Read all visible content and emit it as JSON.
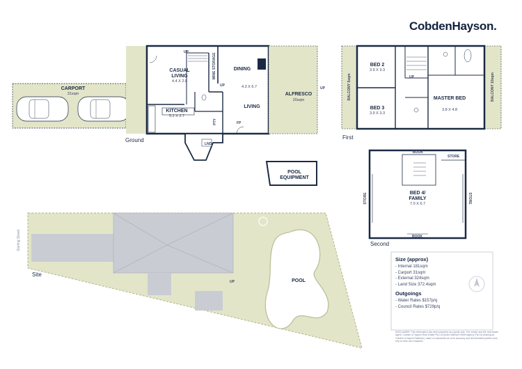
{
  "brand": "CobdenHayson.",
  "floors": {
    "ground": "Ground",
    "first": "First",
    "second": "Second",
    "site": "Site"
  },
  "ground_rooms": {
    "carport": {
      "label": "CARPORT",
      "dim": "31sqm"
    },
    "casual": {
      "label": "CASUAL LIVING",
      "dim": "4.4 X 2.8"
    },
    "wine": "WINE STORAGE",
    "dining": "DINING",
    "living_dim": "4.3 X 6.7",
    "living": "LIVING",
    "alfresco": {
      "label": "ALFRESCO",
      "dim": "20sqm"
    },
    "kitchen": {
      "label": "KITCHEN",
      "dim": "5.2 X 2.7"
    },
    "lnd": "LND",
    "pool_equipment": "POOL EQUIPMENT",
    "pantry": "PTY",
    "fp": "FP",
    "up": "UP"
  },
  "first_rooms": {
    "balcony_left": "BALCONY 5sqm",
    "bed2": {
      "label": "BED 2",
      "dim": "3.9 X 3.3"
    },
    "bed3": {
      "label": "BED 3",
      "dim": "3.9 X 3.3"
    },
    "master": {
      "label": "MASTER BED",
      "dim": "3.8 X 4.8"
    },
    "balcony_right": "BALCONY 10sqm",
    "up": "UP"
  },
  "second_rooms": {
    "bed4": {
      "label": "BED 4/ FAMILY",
      "dim": "7.0 X 6.7"
    },
    "book_top": "BOOK",
    "store_top": "STORE",
    "book_bottom": "BOOK",
    "store_left": "STORE",
    "store_right": "STORE"
  },
  "site": {
    "street": "Darling Street",
    "pool": "POOL",
    "up": "UP"
  },
  "info": {
    "size_title": "Size (approx)",
    "size_items": [
      "Internal 181sqm",
      "Carport 31sqm",
      "External 324sqm",
      "Land Size 372.4sqm"
    ],
    "outgoings_title": "Outgoings",
    "outgoings_items": [
      "Water Rates $157p/q",
      "Council Rates $729p/q"
    ],
    "disclaimer": "DISCLAIMER: This information has been prepared as a guide only. The vendor and the real estate agent, Cobden & Hayson Real Estate Pty Ltd and/or Balmain Street Agency Pty Ltd (trading as Cobden & Hayson Balmain), make no warranties as to its accuracy and all interested parties must rely on their own enquiries."
  },
  "colors": {
    "navy": "#1b2a44",
    "green": "#e3e5c9",
    "white": "#ffffff",
    "grey": "#c9ccd3"
  }
}
